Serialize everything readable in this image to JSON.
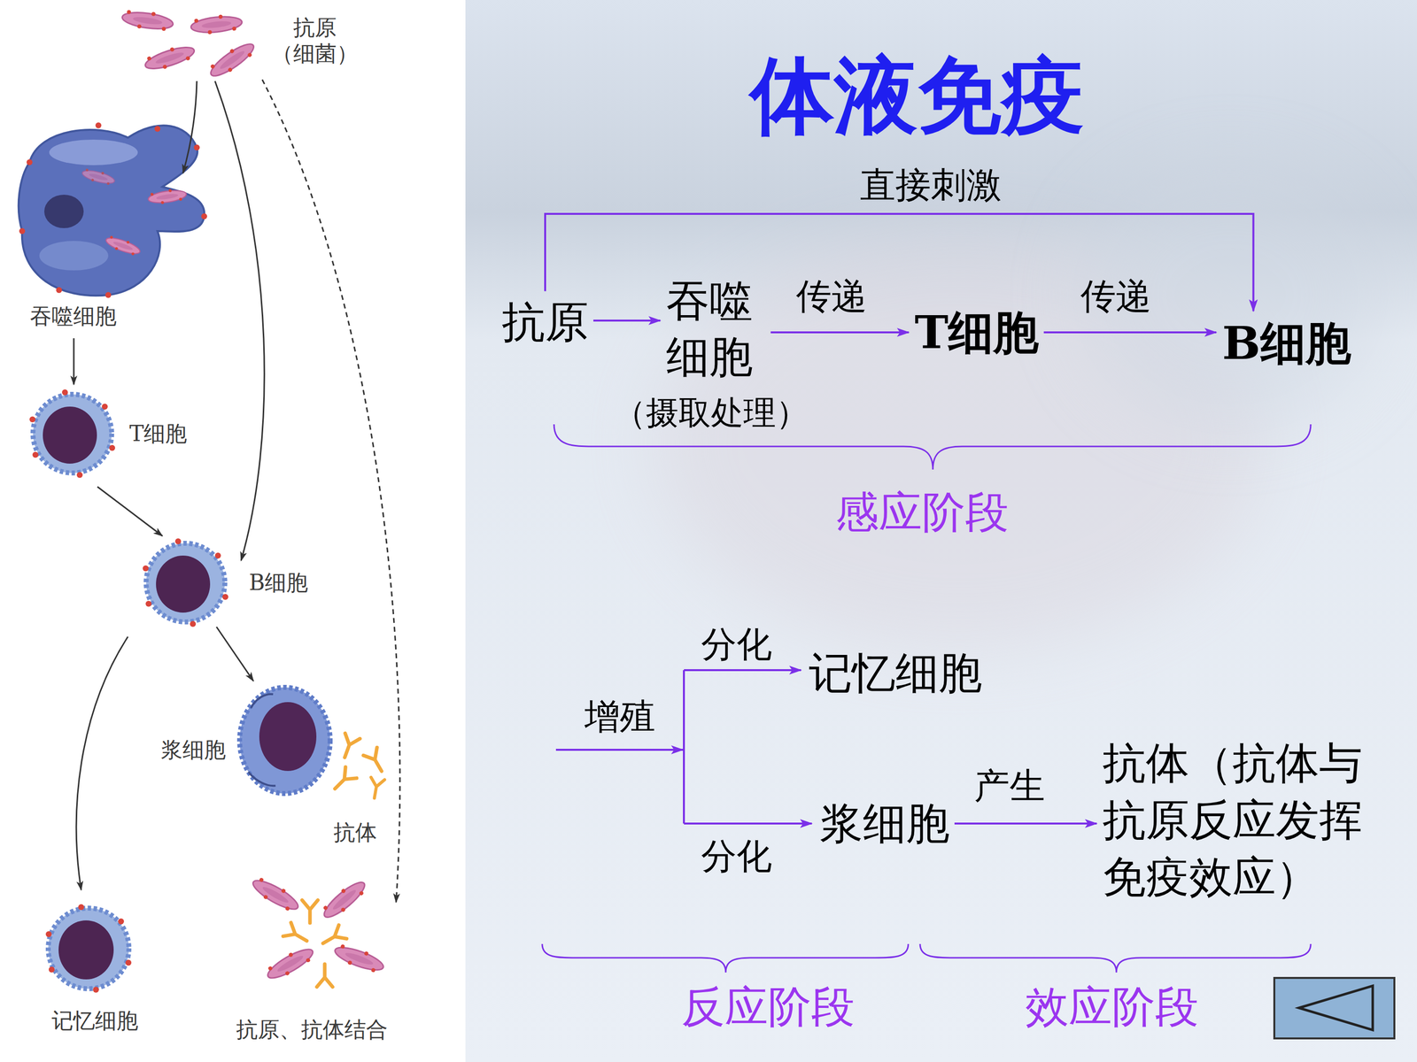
{
  "diagram": {
    "title": "体液免疫",
    "nodes": [
      {
        "text": [
          "抗原"
        ]
      },
      {
        "text": [
          "吞噬 细胞"
        ]
      },
      {
        "text": [
          "T细胞"
        ]
      },
      {
        "text": [
          "B细胞"
        ]
      },
      {
        "text": [
          "记忆细胞"
        ]
      },
      {
        "text": [
          "浆细胞"
        ]
      },
      {
        "text": [
          "抗体（抗体与 抗原反应发挥 免疫效应）"
        ]
      }
    ],
    "edges": [
      {
        "from": 0,
        "to": 1,
        "arrow": "to"
      },
      {
        "from": 1,
        "to": 2,
        "label": "传递",
        "arrow": "to"
      },
      {
        "from": 2,
        "to": 3,
        "label": "传递",
        "arrow": "to"
      },
      {
        "from": 0,
        "to": 3,
        "label": "直接刺激",
        "arrow": "to"
      },
      {
        "from": 5,
        "to": 6,
        "label": "产生",
        "arrow": "to"
      }
    ],
    "labels": [
      "抗原 （细菌）",
      "吞噬细胞",
      "T细胞",
      "B细胞",
      "浆细胞",
      "抗体",
      "记忆细胞",
      "抗原、抗体结合",
      "（摄取处理）",
      "感应阶段",
      "增殖",
      "分化",
      "分化",
      "反应阶段",
      "效应阶段"
    ]
  }
}
